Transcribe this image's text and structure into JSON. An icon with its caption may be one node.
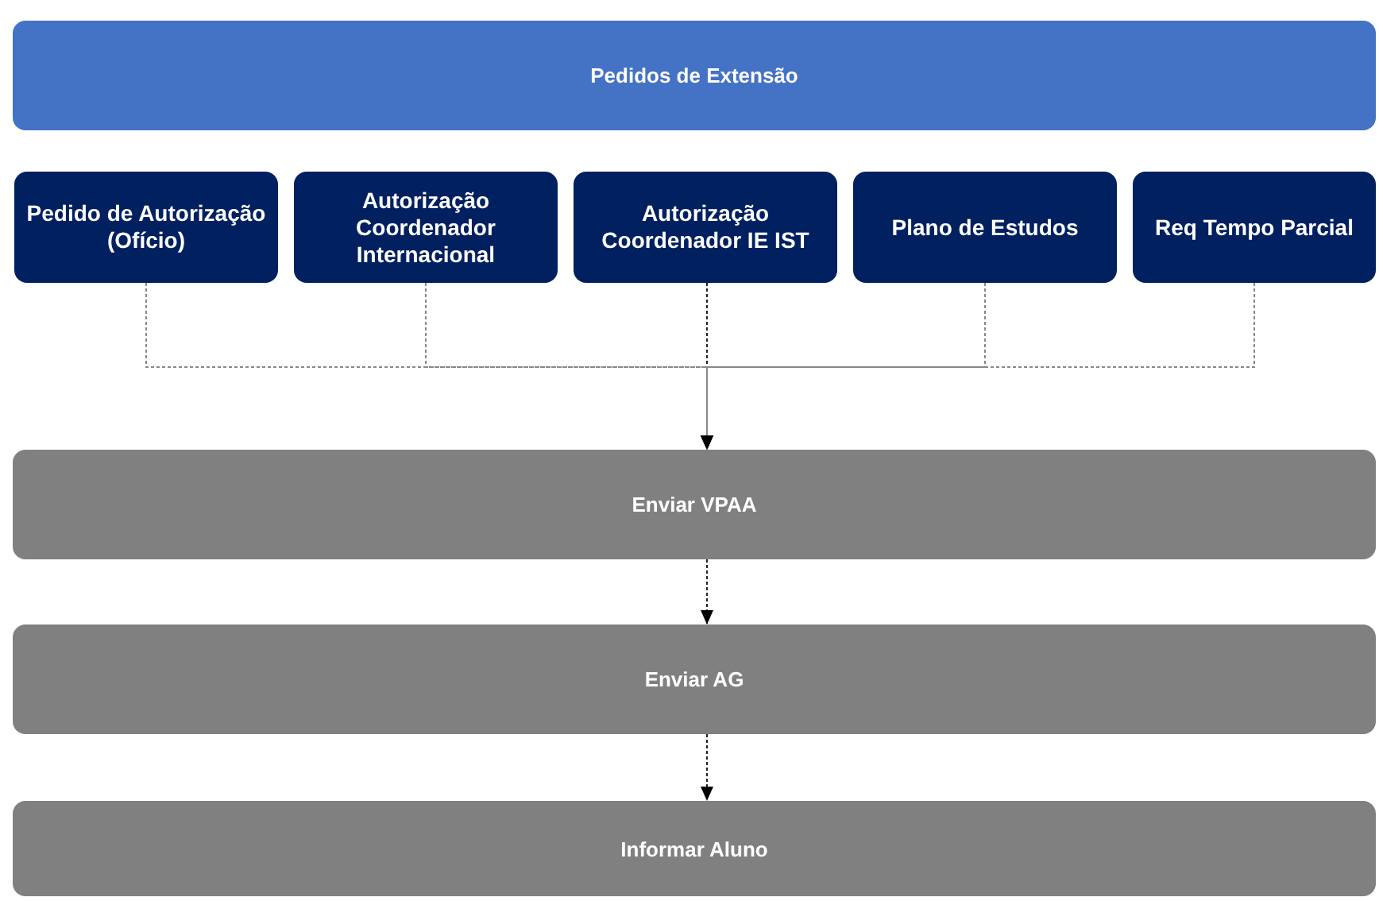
{
  "diagram": {
    "nodes": [
      {
        "text": [
          "Pedidos de Extensão"
        ]
      },
      {
        "text": [
          "Pedido de Autorização (Ofício)"
        ]
      },
      {
        "text": [
          "Autorização Coordenador Internacional"
        ]
      },
      {
        "text": [
          "Autorização Coordenador IE IST"
        ]
      },
      {
        "text": [
          "Plano de Estudos"
        ]
      },
      {
        "text": [
          "Req Tempo Parcial"
        ]
      },
      {
        "text": [
          "Enviar VPAA"
        ]
      },
      {
        "text": [
          "Enviar AG"
        ]
      },
      {
        "text": [
          "Informar Aluno"
        ]
      }
    ],
    "edges": [
      {
        "from": 1,
        "to": 6,
        "arrow": "to",
        "style": "dashed"
      },
      {
        "from": 2,
        "to": 6,
        "arrow": "to",
        "style": "dashed"
      },
      {
        "from": 3,
        "to": 6,
        "arrow": "to",
        "style": "dashed",
        "color": "#222222"
      },
      {
        "from": 4,
        "to": 6,
        "arrow": "to",
        "style": "dashed"
      },
      {
        "from": 5,
        "to": 6,
        "arrow": "to",
        "style": "dashed"
      },
      {
        "from": 6,
        "to": 7,
        "arrow": "to",
        "style": "dashed",
        "color": "#222222"
      },
      {
        "from": 7,
        "to": 8,
        "arrow": "to",
        "style": "dashed",
        "color": "#222222"
      }
    ]
  }
}
